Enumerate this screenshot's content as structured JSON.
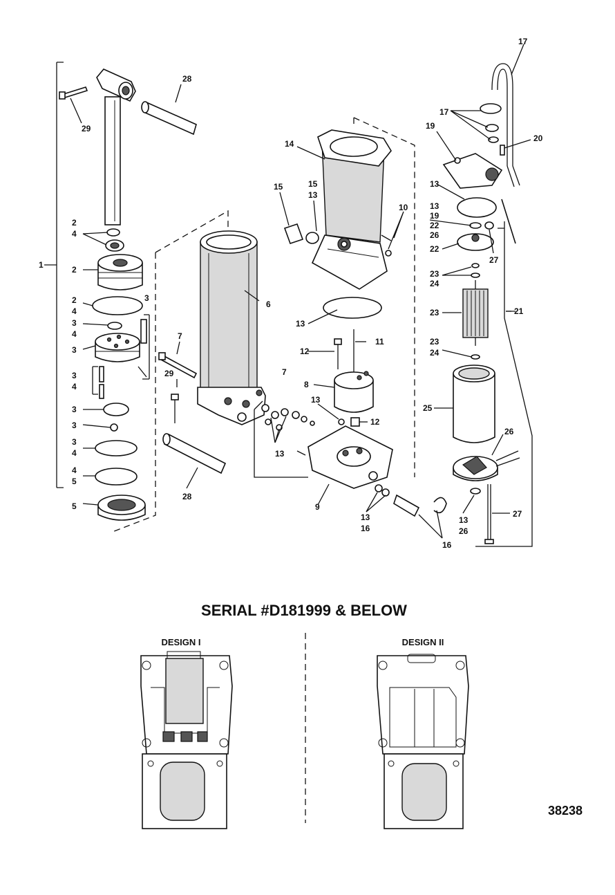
{
  "callouts": {
    "c1": "1",
    "c2a": "2",
    "c4a": "4",
    "c2b": "2",
    "c2c": "2",
    "c4b": "4",
    "c3a": "3",
    "c4c": "4",
    "c3b": "3",
    "c3c": "3",
    "c3d": "3",
    "c4d": "4",
    "c3e": "3",
    "c3f": "3",
    "c3g": "3",
    "c4e": "4",
    "c4f": "4",
    "c5a": "5",
    "c5b": "5",
    "c6": "6",
    "c7a": "7",
    "c7b": "7",
    "c8": "8",
    "c9": "9",
    "c10": "10",
    "c11": "11",
    "c12a": "12",
    "c12b": "12",
    "c13a": "13",
    "c13b": "13",
    "c13c": "13",
    "c13d": "13",
    "c13e": "13",
    "c13f": "13",
    "c13g": "13",
    "c13h": "13",
    "c14": "14",
    "c15a": "15",
    "c15b": "15",
    "c16a": "16",
    "c16b": "16",
    "c17a": "17",
    "c17b": "17",
    "c19a": "19",
    "c19b": "19",
    "c20": "20",
    "c21": "21",
    "c22a": "22",
    "c22b": "22",
    "c23a": "23",
    "c23b": "23",
    "c23c": "23",
    "c24a": "24",
    "c24b": "24",
    "c25": "25",
    "c26a": "26",
    "c26b": "26",
    "c26c": "26",
    "c27a": "27",
    "c27b": "27",
    "c28a": "28",
    "c28b": "28",
    "c29a": "29",
    "c29b": "29"
  },
  "heading": "SERIAL #D181999 & BELOW",
  "design_1_label": "DESIGN I",
  "design_2_label": "DESIGN II",
  "figure_number": "38238"
}
